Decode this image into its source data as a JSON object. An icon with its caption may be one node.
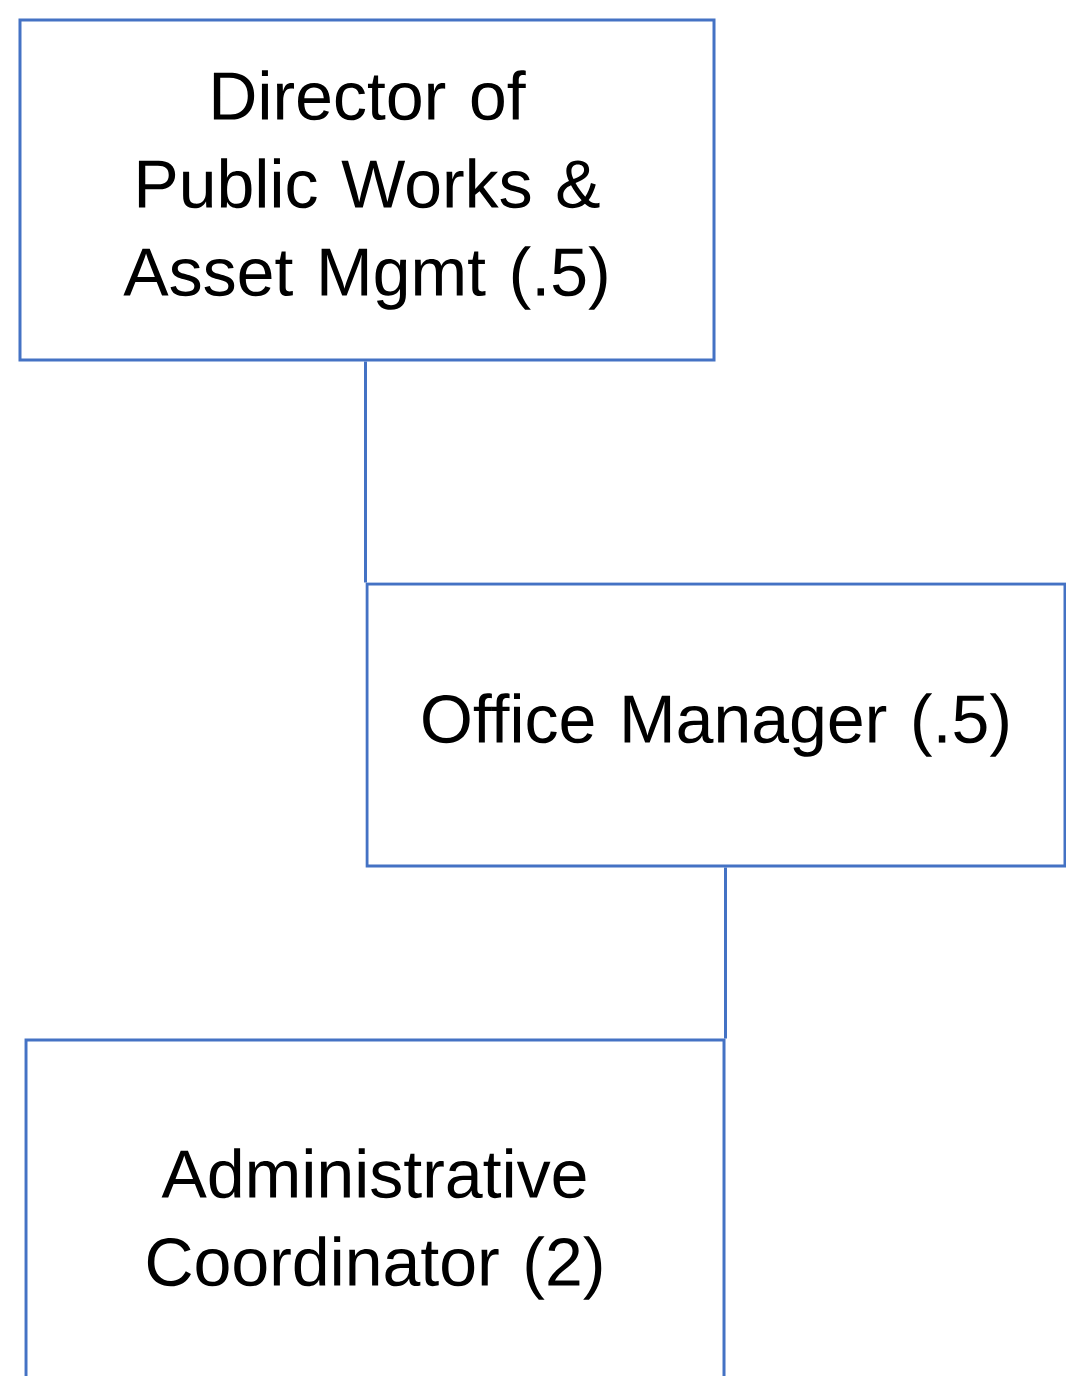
{
  "diagram": {
    "nodes": [
      {
        "text": [
          "Director of Public Works & Asset Mgmt (.5)"
        ]
      },
      {
        "text": [
          "Office Manager (.5)"
        ]
      },
      {
        "text": [
          "Administrative Coordinator (2)"
        ]
      }
    ],
    "edges": [
      {
        "from": 0,
        "to": 1,
        "arrow": "none"
      },
      {
        "from": 1,
        "to": 2,
        "arrow": "none"
      }
    ]
  }
}
